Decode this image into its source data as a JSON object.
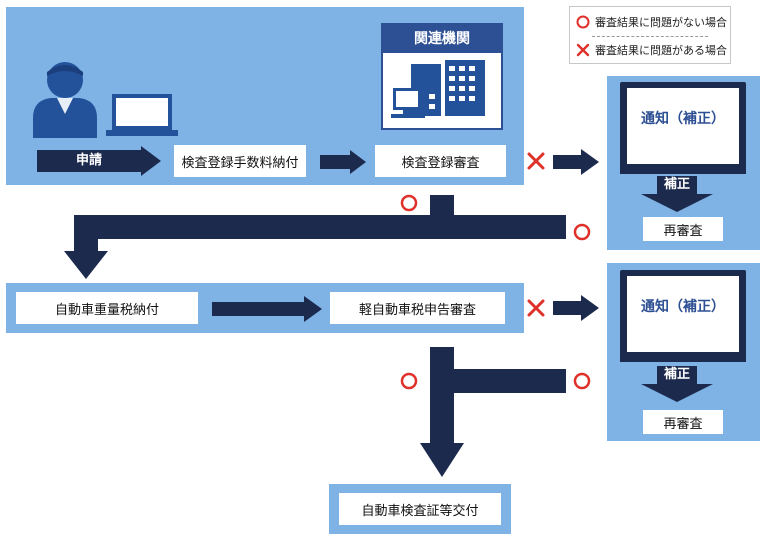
{
  "legend": {
    "ok_label": "審査結果に問題がない場合",
    "ng_label": "審査結果に問題がある場合"
  },
  "applicant": {
    "apply_label": "申請",
    "fee_label": "検査登録手数料納付"
  },
  "agency": {
    "title": "関連機関",
    "review_label": "検査登録審査"
  },
  "correction_1": {
    "notice_label": "通知（補正）",
    "fix_label": "補正",
    "rereview_label": "再審査"
  },
  "tax": {
    "payment_label": "自動車重量税納付",
    "review_label": "軽自動車税申告審査"
  },
  "correction_2": {
    "notice_label": "通知（補正）",
    "fix_label": "補正",
    "rereview_label": "再審査"
  },
  "issue_label": "自動車検査証等交付",
  "colors": {
    "panel": "#7fb2e5",
    "navy": "#1c2a4e",
    "ok_mark": "#e0302a",
    "ng_mark": "#e0302a",
    "agency_header": "#2d4f93"
  }
}
